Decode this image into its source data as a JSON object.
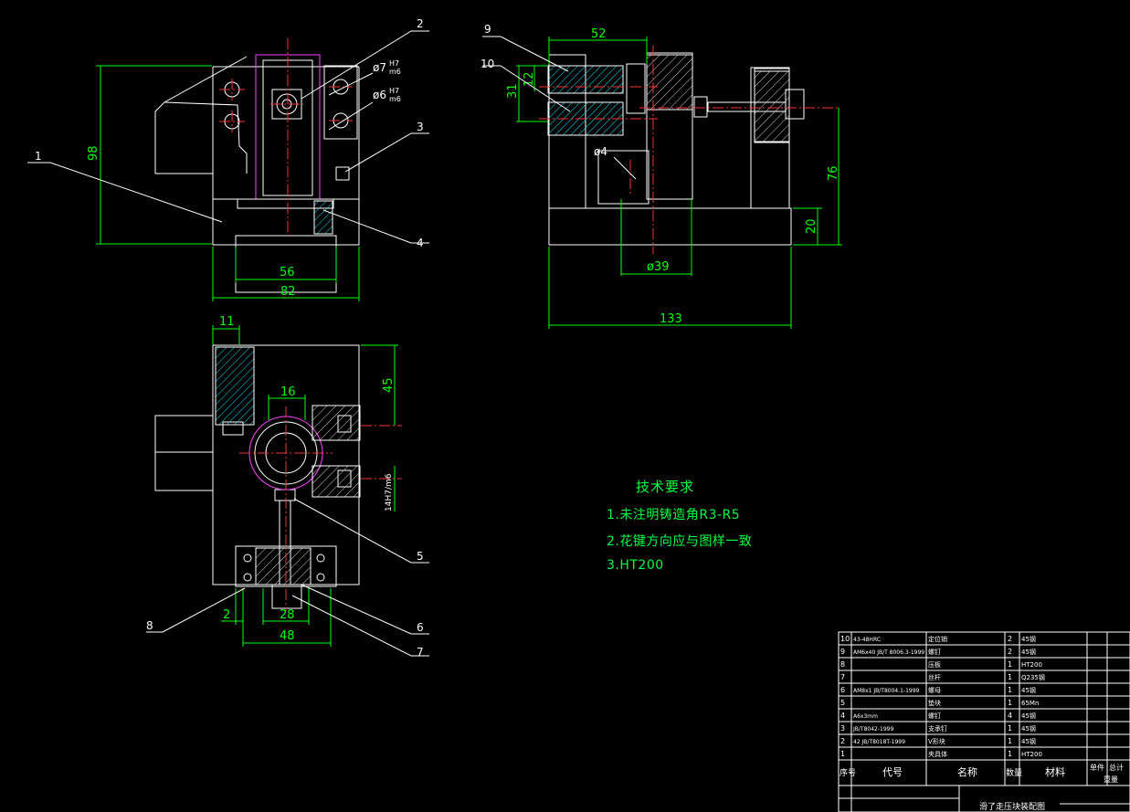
{
  "technical_requirements": {
    "title": "技术要求",
    "items": [
      "1.未注明铸造角R3-R5",
      "2.花键方向应与图样一致",
      "3.HT200"
    ]
  },
  "part_callouts": [
    "1",
    "2",
    "3",
    "4",
    "5",
    "6",
    "7",
    "8",
    "9",
    "10"
  ],
  "dimensions": {
    "front_height": "98",
    "front_w56": "56",
    "front_w82": "82",
    "fit_phi7": "ø7",
    "fit_phi7_tol_upper": "H7",
    "fit_phi7_tol_lower": "m6",
    "fit_phi6": "ø6",
    "fit_phi6_tol_upper": "H7",
    "fit_phi6_tol_lower": "m6",
    "side_52": "52",
    "side_12": "12",
    "side_31": "31",
    "side_phi4": "ø4",
    "side_phi39": "ø39",
    "side_133": "133",
    "side_76": "76",
    "side_20": "20",
    "top_11": "11",
    "top_16": "16",
    "top_45": "45",
    "top_fit": "14H7/m6",
    "top_2": "2",
    "top_28": "28",
    "top_48": "48"
  },
  "bom": {
    "rows": [
      {
        "no": "10",
        "code": "43-48HRC",
        "name": "定位销",
        "qty": "2",
        "mat": "45钢"
      },
      {
        "no": "9",
        "code": "AM6x40 JB/T 8006.3-1999",
        "name": "螺钉",
        "qty": "2",
        "mat": "45钢"
      },
      {
        "no": "8",
        "code": "",
        "name": "压板",
        "qty": "1",
        "mat": "HT200"
      },
      {
        "no": "7",
        "code": "",
        "name": "丝杆",
        "qty": "1",
        "mat": "Q235钢"
      },
      {
        "no": "6",
        "code": "AM8x1 JB/T8004.1-1999",
        "name": "螺母",
        "qty": "1",
        "mat": "45钢"
      },
      {
        "no": "5",
        "code": "",
        "name": "垫块",
        "qty": "1",
        "mat": "65Mn"
      },
      {
        "no": "4",
        "code": "A6x3mm",
        "name": "螺钉",
        "qty": "4",
        "mat": "45钢"
      },
      {
        "no": "3",
        "code": "JB/T8042-1999",
        "name": "支承钉",
        "qty": "1",
        "mat": "45钢"
      },
      {
        "no": "2",
        "code": "42 JB/T8018T-1999",
        "name": "V形块",
        "qty": "1",
        "mat": "45钢"
      },
      {
        "no": "1",
        "code": "",
        "name": "夹具体",
        "qty": "1",
        "mat": "HT200"
      }
    ],
    "headers": {
      "no": "序号",
      "code": "代号",
      "name": "名称",
      "qty": "数量",
      "mat": "材料",
      "unit": "单件",
      "total": "总计",
      "weight": "重量"
    },
    "footer_title": "滑了走压块装配图"
  },
  "colors": {
    "outline": "#ffffff",
    "dimension": "#00ff00",
    "centerline": "#ff3030",
    "hatch": "#00e5ff",
    "highlight": "#ff40ff",
    "text": "#ffffff",
    "tech_text": "#00ff40"
  }
}
